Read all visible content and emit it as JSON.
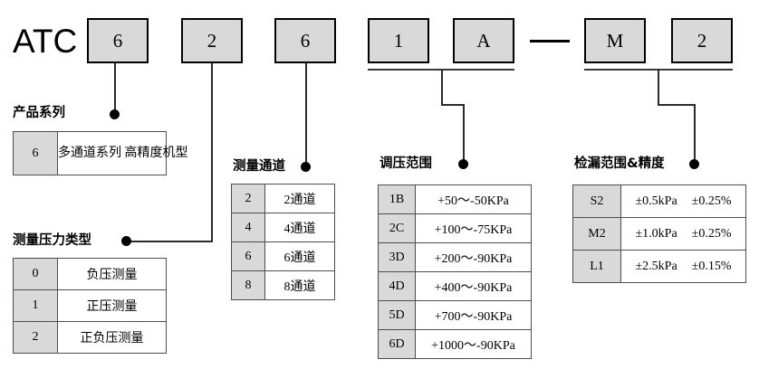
{
  "brand": {
    "text": "ATC"
  },
  "code_boxes": [
    {
      "name": "series",
      "value": "6"
    },
    {
      "name": "pressure-type",
      "value": "2"
    },
    {
      "name": "channels",
      "value": "6"
    },
    {
      "name": "range-1",
      "value": "1"
    },
    {
      "name": "range-2",
      "value": "A"
    },
    {
      "name": "leak-1",
      "value": "M"
    },
    {
      "name": "leak-2",
      "value": "2"
    }
  ],
  "separator": "—",
  "sections": {
    "product_series": {
      "caption": "产品系列",
      "rows": [
        {
          "key": "6",
          "value": "多通道系列\n高精度机型"
        }
      ]
    },
    "pressure_type": {
      "caption": "测量压力类型",
      "rows": [
        {
          "key": "0",
          "value": "负压测量"
        },
        {
          "key": "1",
          "value": "正压测量"
        },
        {
          "key": "2",
          "value": "正负压测量"
        }
      ]
    },
    "channels": {
      "caption": "测量通道",
      "rows": [
        {
          "key": "2",
          "value": "2通道"
        },
        {
          "key": "4",
          "value": "4通道"
        },
        {
          "key": "6",
          "value": "6通道"
        },
        {
          "key": "8",
          "value": "8通道"
        }
      ]
    },
    "pressure_range": {
      "caption": "调压范围",
      "rows": [
        {
          "key": "1B",
          "value": "+50～-50KPa"
        },
        {
          "key": "2C",
          "value": "+100～-75KPa"
        },
        {
          "key": "3D",
          "value": "+200～-90KPa"
        },
        {
          "key": "4D",
          "value": "+400～-90KPa"
        },
        {
          "key": "5D",
          "value": "+700～-90KPa"
        },
        {
          "key": "6D",
          "value": "+1000～-90KPa"
        }
      ]
    },
    "leak_detection": {
      "caption": "检漏范围&精度",
      "rows": [
        {
          "key": "S2",
          "range": "±0.5kPa",
          "accuracy": "±0.25%"
        },
        {
          "key": "M2",
          "range": "±1.0kPa",
          "accuracy": "±0.25%"
        },
        {
          "key": "L1",
          "range": "±2.5kPa",
          "accuracy": "±0.15%"
        }
      ]
    }
  },
  "colors": {
    "box_fill": "#d9d9d9",
    "box_border": "#000000",
    "table_border": "#4d4d4d",
    "line": "#2b2b2b",
    "background": "#ffffff"
  }
}
